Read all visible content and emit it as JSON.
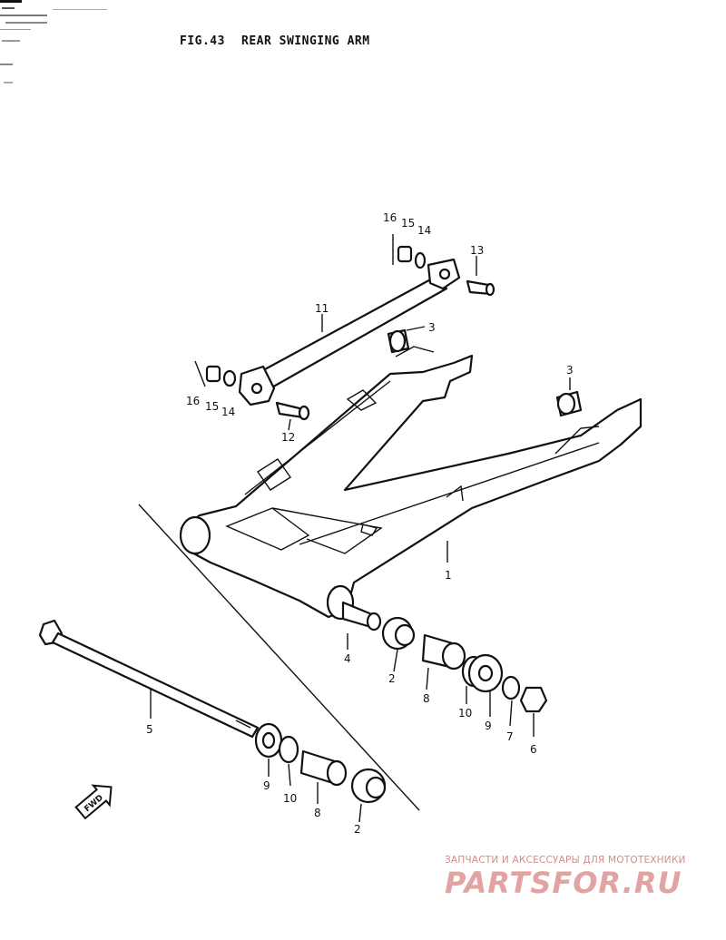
{
  "figure": {
    "fig_no": "FIG.43",
    "title": "REAR SWINGING ARM"
  },
  "callouts": {
    "p1": "1",
    "p2a": "2",
    "p2b": "2",
    "p3a": "3",
    "p3b": "3",
    "p4": "4",
    "p5": "5",
    "p6": "6",
    "p7": "7",
    "p8a": "8",
    "p8b": "8",
    "p9a": "9",
    "p9b": "9",
    "p10a": "10",
    "p10b": "10",
    "p11": "11",
    "p12": "12",
    "p13": "13",
    "p14a": "14",
    "p14b": "14",
    "p15a": "15",
    "p15b": "15",
    "p16a": "16",
    "p16b": "16"
  },
  "fwd_mark": "FWD",
  "watermark": {
    "tagline": "ЗАПЧАСТИ И АКСЕССУАРЫ ДЛЯ МОТОТЕХНИКИ",
    "logo": "PARTSFOR.RU"
  }
}
